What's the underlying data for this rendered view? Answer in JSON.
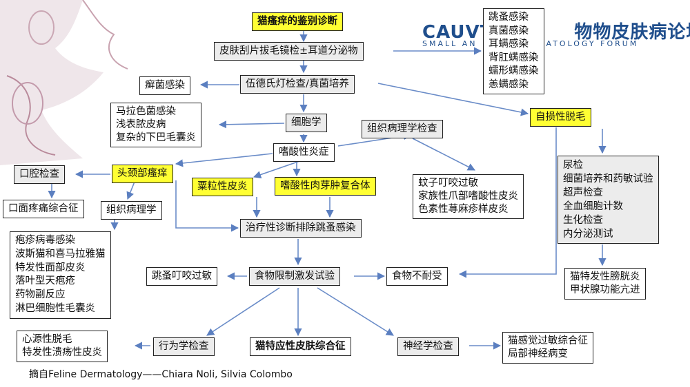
{
  "logo": {
    "main": "CAUVT",
    "main_tail": "物物皮肤病论坛",
    "sub_left": "SMALL AN",
    "sub_right": "ATOLOGY FORUM"
  },
  "title": "猫瘙痒的鉴别诊断",
  "nodes": {
    "skin_scraping": "皮肤刮片拔毛镜检±耳道分泌物",
    "parasites": [
      "跳蚤感染",
      "真菌感染",
      "耳螨感染",
      "背肛螨感染",
      "蠕形螨感染",
      "恙螨感染"
    ],
    "wood_lamp": "伍德氏灯检查/真菌培养",
    "ringworm": "癣菌感染",
    "self_alopecia": "自损性脱毛",
    "cytology": "细胞学",
    "infections": [
      "马拉色菌感染",
      "浅表脓皮病",
      "复杂的下巴毛囊炎"
    ],
    "histopath_top": "组织病理学检查",
    "eosinophilic_inflam": "嗜酸性炎症",
    "oral_exam": "口腔检查",
    "head_neck_pruritus": "头颈部瘙痒",
    "miliary_dermatitis": "粟粒性皮炎",
    "eosinophilic_granuloma": "嗜酸性肉芽肿复合体",
    "mosquito_items": [
      "蚊子叮咬过敏",
      "家族性爪部嗜酸性皮炎",
      "色素性荨麻疹样皮炎"
    ],
    "lab_tests": [
      "尿检",
      "细菌培养和药敏试验",
      "超声检查",
      "全血细胞计数",
      "生化检查",
      "内分泌测试"
    ],
    "orofacial_pain": "口面疼痛综合征",
    "histopathology": "组织病理学",
    "therapeutic_trial": "治疗性诊断排除跳蚤感染",
    "head_neck_causes": [
      "疱疹病毒感染",
      "波斯猫和喜马拉雅猫",
      "特发性面部皮炎",
      "落叶型天疱疮",
      "药物副反应",
      "淋巴细胞性毛囊炎"
    ],
    "flea_bite_allergy": "跳蚤叮咬过敏",
    "food_trial": "食物限制激发试验",
    "food_intolerance": "食物不耐受",
    "cystitis_items": [
      "猫特发性膀胱炎",
      "甲状腺功能亢进"
    ],
    "psychogenic_items": [
      "心源性脱毛",
      "特发性溃疡性皮炎"
    ],
    "behavior_exam": "行为学检查",
    "atopic_syndrome": "猫特应性皮肤综合征",
    "neuro_exam": "神经学检查",
    "neuro_items": [
      "猫感觉过敏综合征",
      "局部神经病变"
    ]
  },
  "source": "摘自Feline Dermatology——Chiara Noli, Silvia Colombo"
}
